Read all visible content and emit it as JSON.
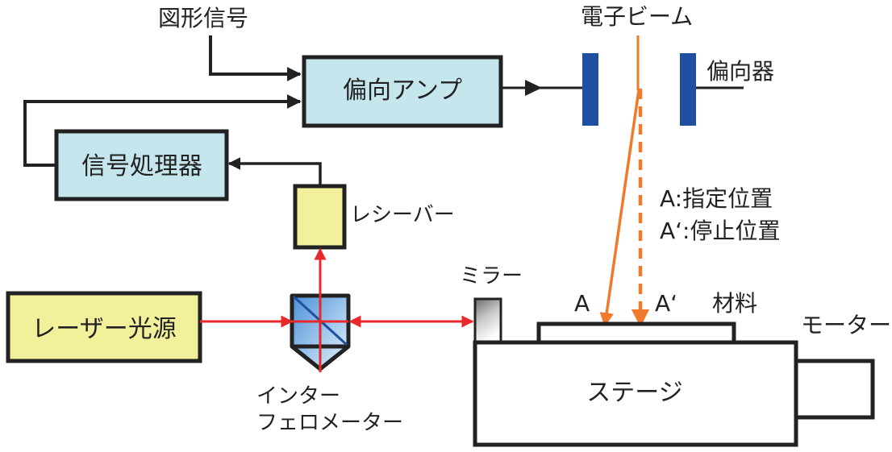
{
  "colors": {
    "box_blue": "#c4e6ec",
    "box_yellow": "#f2f09a",
    "laser_red": "#e8282a",
    "beam_orange": "#f07a2c",
    "deflector_blue": "#1f4fa0",
    "line_black": "#222222"
  },
  "labels": {
    "figure_signal": "図形信号",
    "electron_beam": "電子ビーム",
    "deflection_amp": "偏向アンプ",
    "deflector": "偏向器",
    "signal_processor": "信号処理器",
    "receiver": "レシーバー",
    "legend_a": "A:指定位置",
    "legend_a_prime": "A‘:停止位置",
    "mirror": "ミラー",
    "laser_source": "レーザー光源",
    "point_a": "A",
    "point_a_prime": "A‘",
    "material": "材料",
    "motor": "モーター",
    "interferometer_line1": "インター",
    "interferometer_line2": "フェロメーター",
    "stage": "ステージ"
  }
}
